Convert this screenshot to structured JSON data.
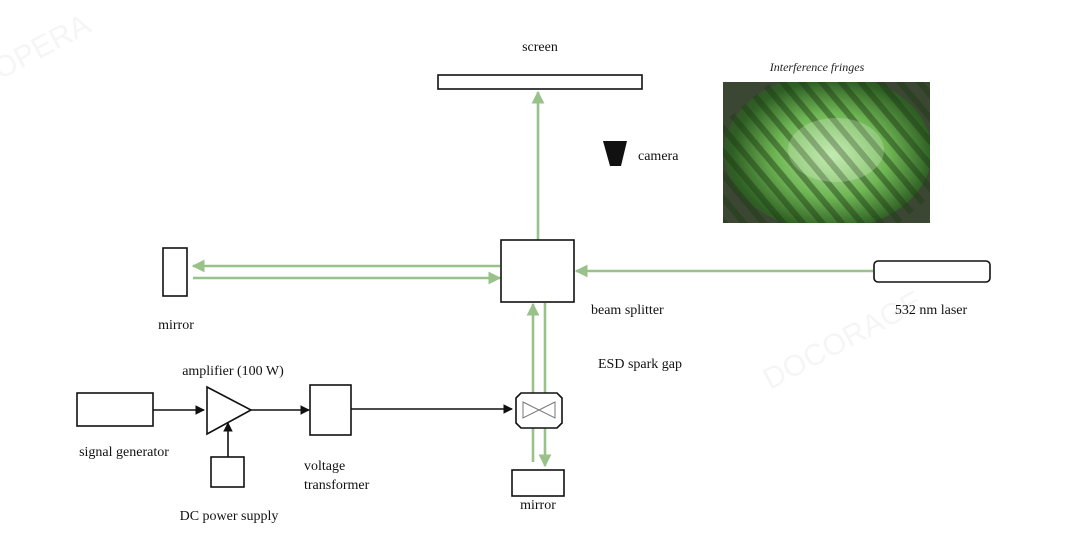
{
  "labels": {
    "screen": "screen",
    "camera": "camera",
    "interference_fringes": "Interference fringes",
    "mirror_left": "mirror",
    "beam_splitter": "beam splitter",
    "laser": "532 nm laser",
    "esd_spark_gap": "ESD spark gap",
    "amplifier": "amplifier (100 W)",
    "signal_generator": "signal generator",
    "voltage_transformer_line1": "voltage",
    "voltage_transformer_line2": "transformer",
    "dc_power_supply": "DC power supply",
    "mirror_bottom": "mirror"
  },
  "colors": {
    "beam": "#99c28a",
    "outline": "#111111",
    "fringe_bright": "#cfeec0",
    "fringe_dark": "#1d3a14"
  }
}
